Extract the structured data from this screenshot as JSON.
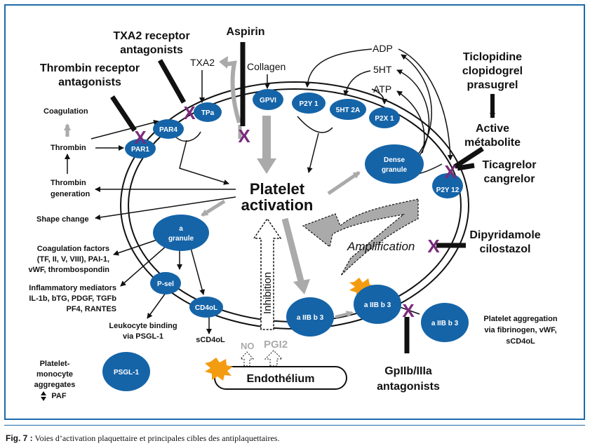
{
  "diagram": {
    "receptors": {
      "par1": "PAR1",
      "par4": "PAR4",
      "tpa": "TPa",
      "gpvi": "GPVI",
      "p2y1": "P2Y 1",
      "ht2a": "5HT 2A",
      "p2x1": "P2X 1",
      "p2y12": "P2Y 12"
    },
    "organelles": {
      "dense_granule_1": "Dense",
      "dense_granule_2": "granule",
      "alpha_granule_1": "a",
      "alpha_granule_2": "granule",
      "psel": "P-sel",
      "cd40l": "CD4oL",
      "gp1": "a IIB b 3",
      "gp2": "a IIB b 3",
      "gp3": "a IIB b 3",
      "psgl1": "PSGL-1"
    },
    "center": {
      "line1": "Platelet",
      "line2": "activation"
    },
    "drugs": {
      "txa2_antag_1": "TXA2 receptor",
      "txa2_antag_2": "antagonists",
      "thrombin_antag_1": "Thrombin receptor",
      "thrombin_antag_2": "antagonists",
      "aspirin": "Aspirin",
      "ticlopidine": "Ticlopidine",
      "clopidogrel": "clopidogrel",
      "prasugrel": "prasugrel",
      "active_1": "Active",
      "active_2": "métabolite",
      "ticagrelor": "Ticagrelor",
      "cangrelor": "cangrelor",
      "dipyridamole": "Dipyridamole",
      "cilostazol": "cilostazol",
      "gp_antag_1": "GpIIb/IIIa",
      "gp_antag_2": "antagonists"
    },
    "agonists": {
      "txa2": "TXA2",
      "collagen": "Collagen",
      "adp": "ADP",
      "ht": "5HT",
      "atp": "ATP",
      "thrombin": "Thrombin",
      "thrombin_gen_1": "Thrombin",
      "thrombin_gen_2": "generation",
      "coagulation": "Coagulation"
    },
    "effects": {
      "shape_change": "Shape change",
      "coag_factors_1": "Coagulation factors",
      "coag_factors_2": "(TF, II, V, VIII), PAI-1,",
      "coag_factors_3": "vWF, thrombospondin",
      "inflam_1": "Inflammatory mediators",
      "inflam_2": "IL-1b, bTG, PDGF, TGFb",
      "inflam_3": "PF4, RANTES",
      "leuko_1": "Leukocyte binding",
      "leuko_2": "via PSGL-1",
      "mono_1": "Platelet-",
      "mono_2": "monocyte",
      "mono_3": "aggregates",
      "mono_4": "PAF",
      "scd40l": "sCD4oL",
      "agg_1": "Platelet aggregation",
      "agg_2": "via fibrinogen, vWF,",
      "agg_3": "sCD4oL",
      "amplification": "Amplification",
      "inhibition": "Inhibition",
      "no": "NO",
      "pgi2": "PGI2",
      "endothelium": "Endothélium"
    },
    "x_mark": "X"
  },
  "caption": {
    "label": "Fig. 7 :",
    "text": "Voies d’activation plaquettaire et principales cibles des antiplaquettaires."
  },
  "colors": {
    "receptor_fill": "#1564a8",
    "drug_x": "#7a2a7a",
    "frame": "#1e6aa8",
    "gray_arrow": "#aaaaaa",
    "burst": "#f39c12"
  }
}
